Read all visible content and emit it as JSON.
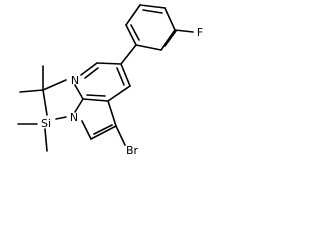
{
  "molecule": {
    "labels": {
      "n_pyridine": "N",
      "n_pyrrole": "N",
      "si": "Si",
      "br": "Br",
      "f": "F"
    }
  }
}
